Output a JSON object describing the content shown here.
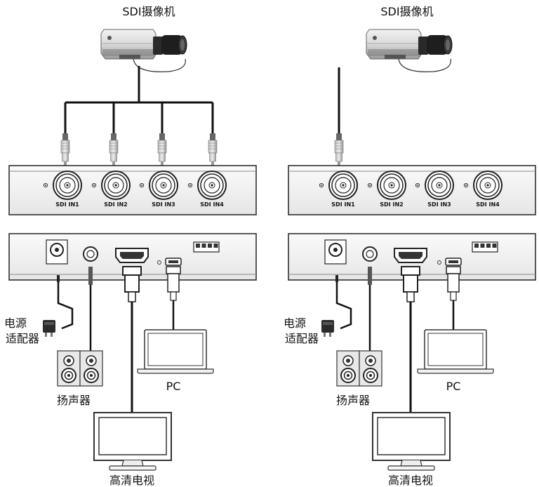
{
  "panels": [
    {
      "camera_label": "SDI摄像机",
      "sdi_ports": [
        "SDI IN1",
        "SDI IN2",
        "SDI IN3",
        "SDI IN4"
      ],
      "power_label_line1": "电源",
      "power_label_line2": "适配器",
      "speaker_label": "扬声器",
      "pc_label": "PC",
      "tv_label": "高清电视"
    },
    {
      "camera_label": "SDI摄像机",
      "sdi_ports": [
        "SDI IN1",
        "SDI IN2",
        "SDI IN3",
        "SDI IN4"
      ],
      "power_label_line1": "电源",
      "power_label_line2": "适配器",
      "speaker_label": "扬声器",
      "pc_label": "PC",
      "tv_label": "高清电视"
    }
  ]
}
